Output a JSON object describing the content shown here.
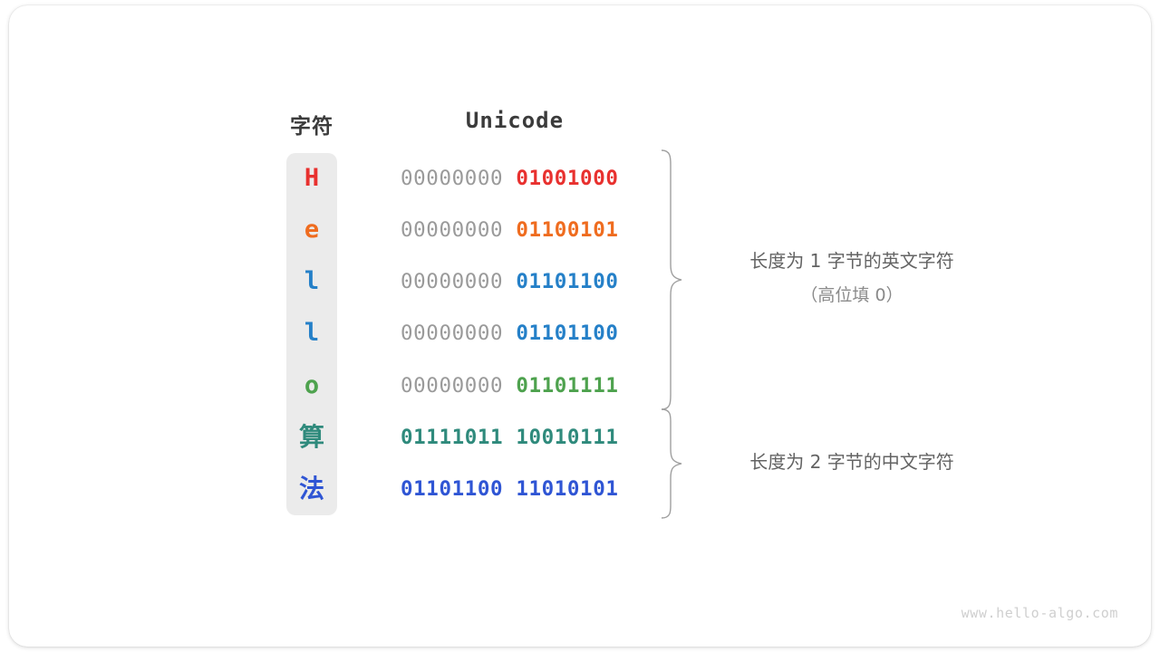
{
  "figure": {
    "headers": {
      "char": "字符",
      "unicode": "Unicode"
    },
    "rows": [
      {
        "char": "H",
        "pad": "00000000",
        "bits": "01001000",
        "color": "#e8312f",
        "script": "latin"
      },
      {
        "char": "e",
        "pad": "00000000",
        "bits": "01100101",
        "color": "#ef6c1f",
        "script": "latin"
      },
      {
        "char": "l",
        "pad": "00000000",
        "bits": "01101100",
        "color": "#2580c8",
        "script": "latin"
      },
      {
        "char": "l",
        "pad": "00000000",
        "bits": "01101100",
        "color": "#2580c8",
        "script": "latin"
      },
      {
        "char": "o",
        "pad": "00000000",
        "bits": "01101111",
        "color": "#4ea24e",
        "script": "latin"
      },
      {
        "char": "算",
        "pad": "",
        "bits": "01111011 10010111",
        "color": "#2f8a7c",
        "script": "cjk"
      },
      {
        "char": "法",
        "pad": "",
        "bits": "01101100 11010101",
        "color": "#2f55d4",
        "script": "cjk"
      }
    ],
    "annotations": {
      "one_main": "长度为 1 字节的英文字符",
      "one_sub": "（高位填 0）",
      "two_main": "长度为 2 字节的中文字符"
    },
    "watermark": "www.hello-algo.com",
    "colors": {
      "column_background": "#ebebeb",
      "pad_gray": "#9a9a9a",
      "brace_gray": "#9f9f9f",
      "annotation_gray": "#636363",
      "header_dark": "#3b3b3b",
      "watermark_gray": "#cfcfcf"
    }
  }
}
